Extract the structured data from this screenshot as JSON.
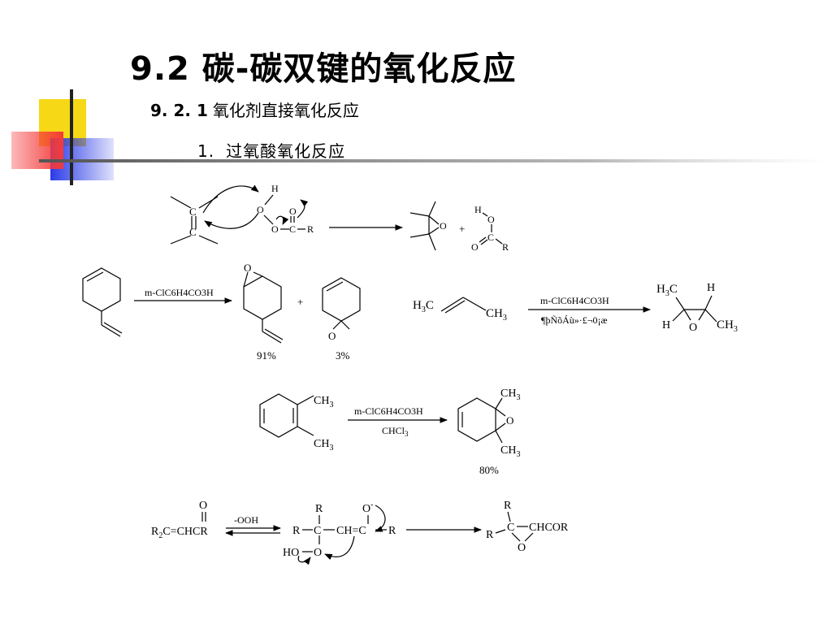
{
  "title": "9.2 碳-碳双键的氧化反应",
  "subtitle": {
    "number": "9. 2. 1",
    "text": "氧化剂直接氧化反应"
  },
  "item": {
    "number": "1.",
    "text": "过氧酸氧化反应"
  },
  "colors": {
    "yellow": "#f6d816",
    "red": "#f43a3a",
    "blue": "#2a3ae6",
    "gray": "#808080"
  },
  "reactions": {
    "mechanism": {
      "c_top": "C",
      "c_bottom": "C",
      "h": "H",
      "o_top": "O",
      "o_carbonyl": "O",
      "o_ester": "O",
      "c_acid": "C",
      "r": "R",
      "plus": "+",
      "prod_o": "O",
      "acid_h": "H",
      "acid_o1": "O",
      "acid_o2": "O",
      "acid_c": "C",
      "acid_r": "R"
    },
    "vinylcyclohexene": {
      "reagent": "m-ClC6H4CO3H",
      "plus": "+",
      "epox_o1": "O",
      "epox_o2": "O",
      "yield1": "91%",
      "yield2": "3%"
    },
    "butene": {
      "h3c": "H3C",
      "ch3": "CH3",
      "reagent": "m-ClC6H4CO3H",
      "condition": "¶þÑõÁù»·£¬0¡æ",
      "p_h3c": "H3C",
      "p_h_top": "H",
      "p_h_left": "H",
      "p_o": "O",
      "p_ch3": "CH3"
    },
    "dimethylcyclohexadiene": {
      "ch3_top": "CH3",
      "ch3_bottom": "CH3",
      "reagent": "m-ClC6H4CO3H",
      "solvent": "CHCl3",
      "p_ch3_top": "CH3",
      "p_o": "O",
      "p_ch3_bottom": "CH3",
      "yield": "80%"
    },
    "enone": {
      "o": "O",
      "substrate": "R2C=CHCR",
      "reagent": "-OOH",
      "int_r_top": "R",
      "int_o_minus": "O-",
      "int_r_left": "R",
      "int_c": "C",
      "int_chc": "CH=C",
      "int_r_right": "R",
      "int_ho": "HO",
      "int_o": "O",
      "p_r_top": "R",
      "p_r_left": "R",
      "p_c": "C",
      "p_chcor": "CHCOR",
      "p_o": "O"
    }
  }
}
